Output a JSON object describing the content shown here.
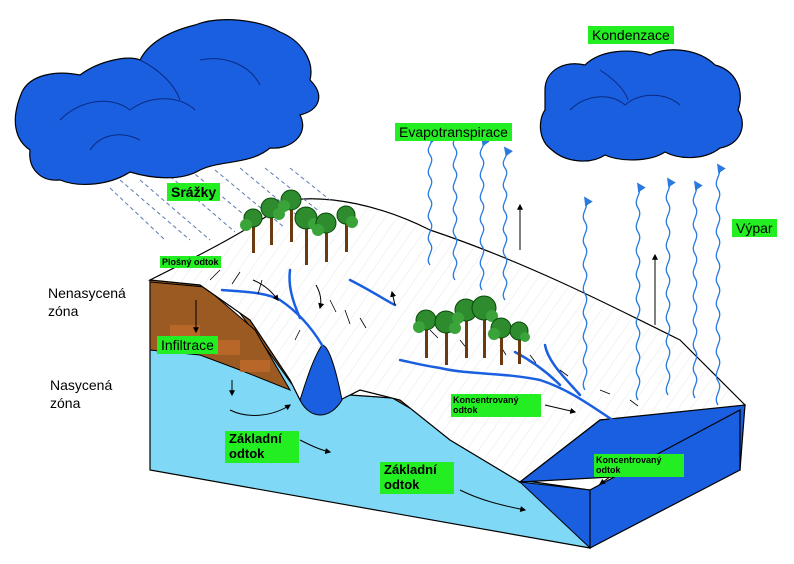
{
  "labels": {
    "kondenzace": "Kondenzace",
    "evapotranspirace": "Evapotranspirace",
    "srazky": "Srážky",
    "vypar": "Výpar",
    "plosny_odtok": "Plošný odtok",
    "nenasycena_zona": "Nenasycená zóna",
    "infiltrace": "Infiltrace",
    "nasycena_zona": "Nasycená zóna",
    "zakladni_odtok_1": "Základní odtok",
    "zakladni_odtok_2": "Základní odtok",
    "koncentrovany_odtok_1": "Koncentrovaný odtok",
    "koncentrovany_odtok_2": "Koncentrovaný odtok"
  },
  "colors": {
    "cloud": "#1a5fe0",
    "label_bg": "#22ee22",
    "groundwater": "#7fd8f5",
    "soil": "#9a5a22",
    "sea": "#1a5fe0",
    "vapor": "#2a7ae0",
    "tree": "#2e8b2e"
  },
  "icons": [
    "cloud-icon",
    "tree-icon",
    "vapor-arrow-icon",
    "rain-line-icon"
  ]
}
